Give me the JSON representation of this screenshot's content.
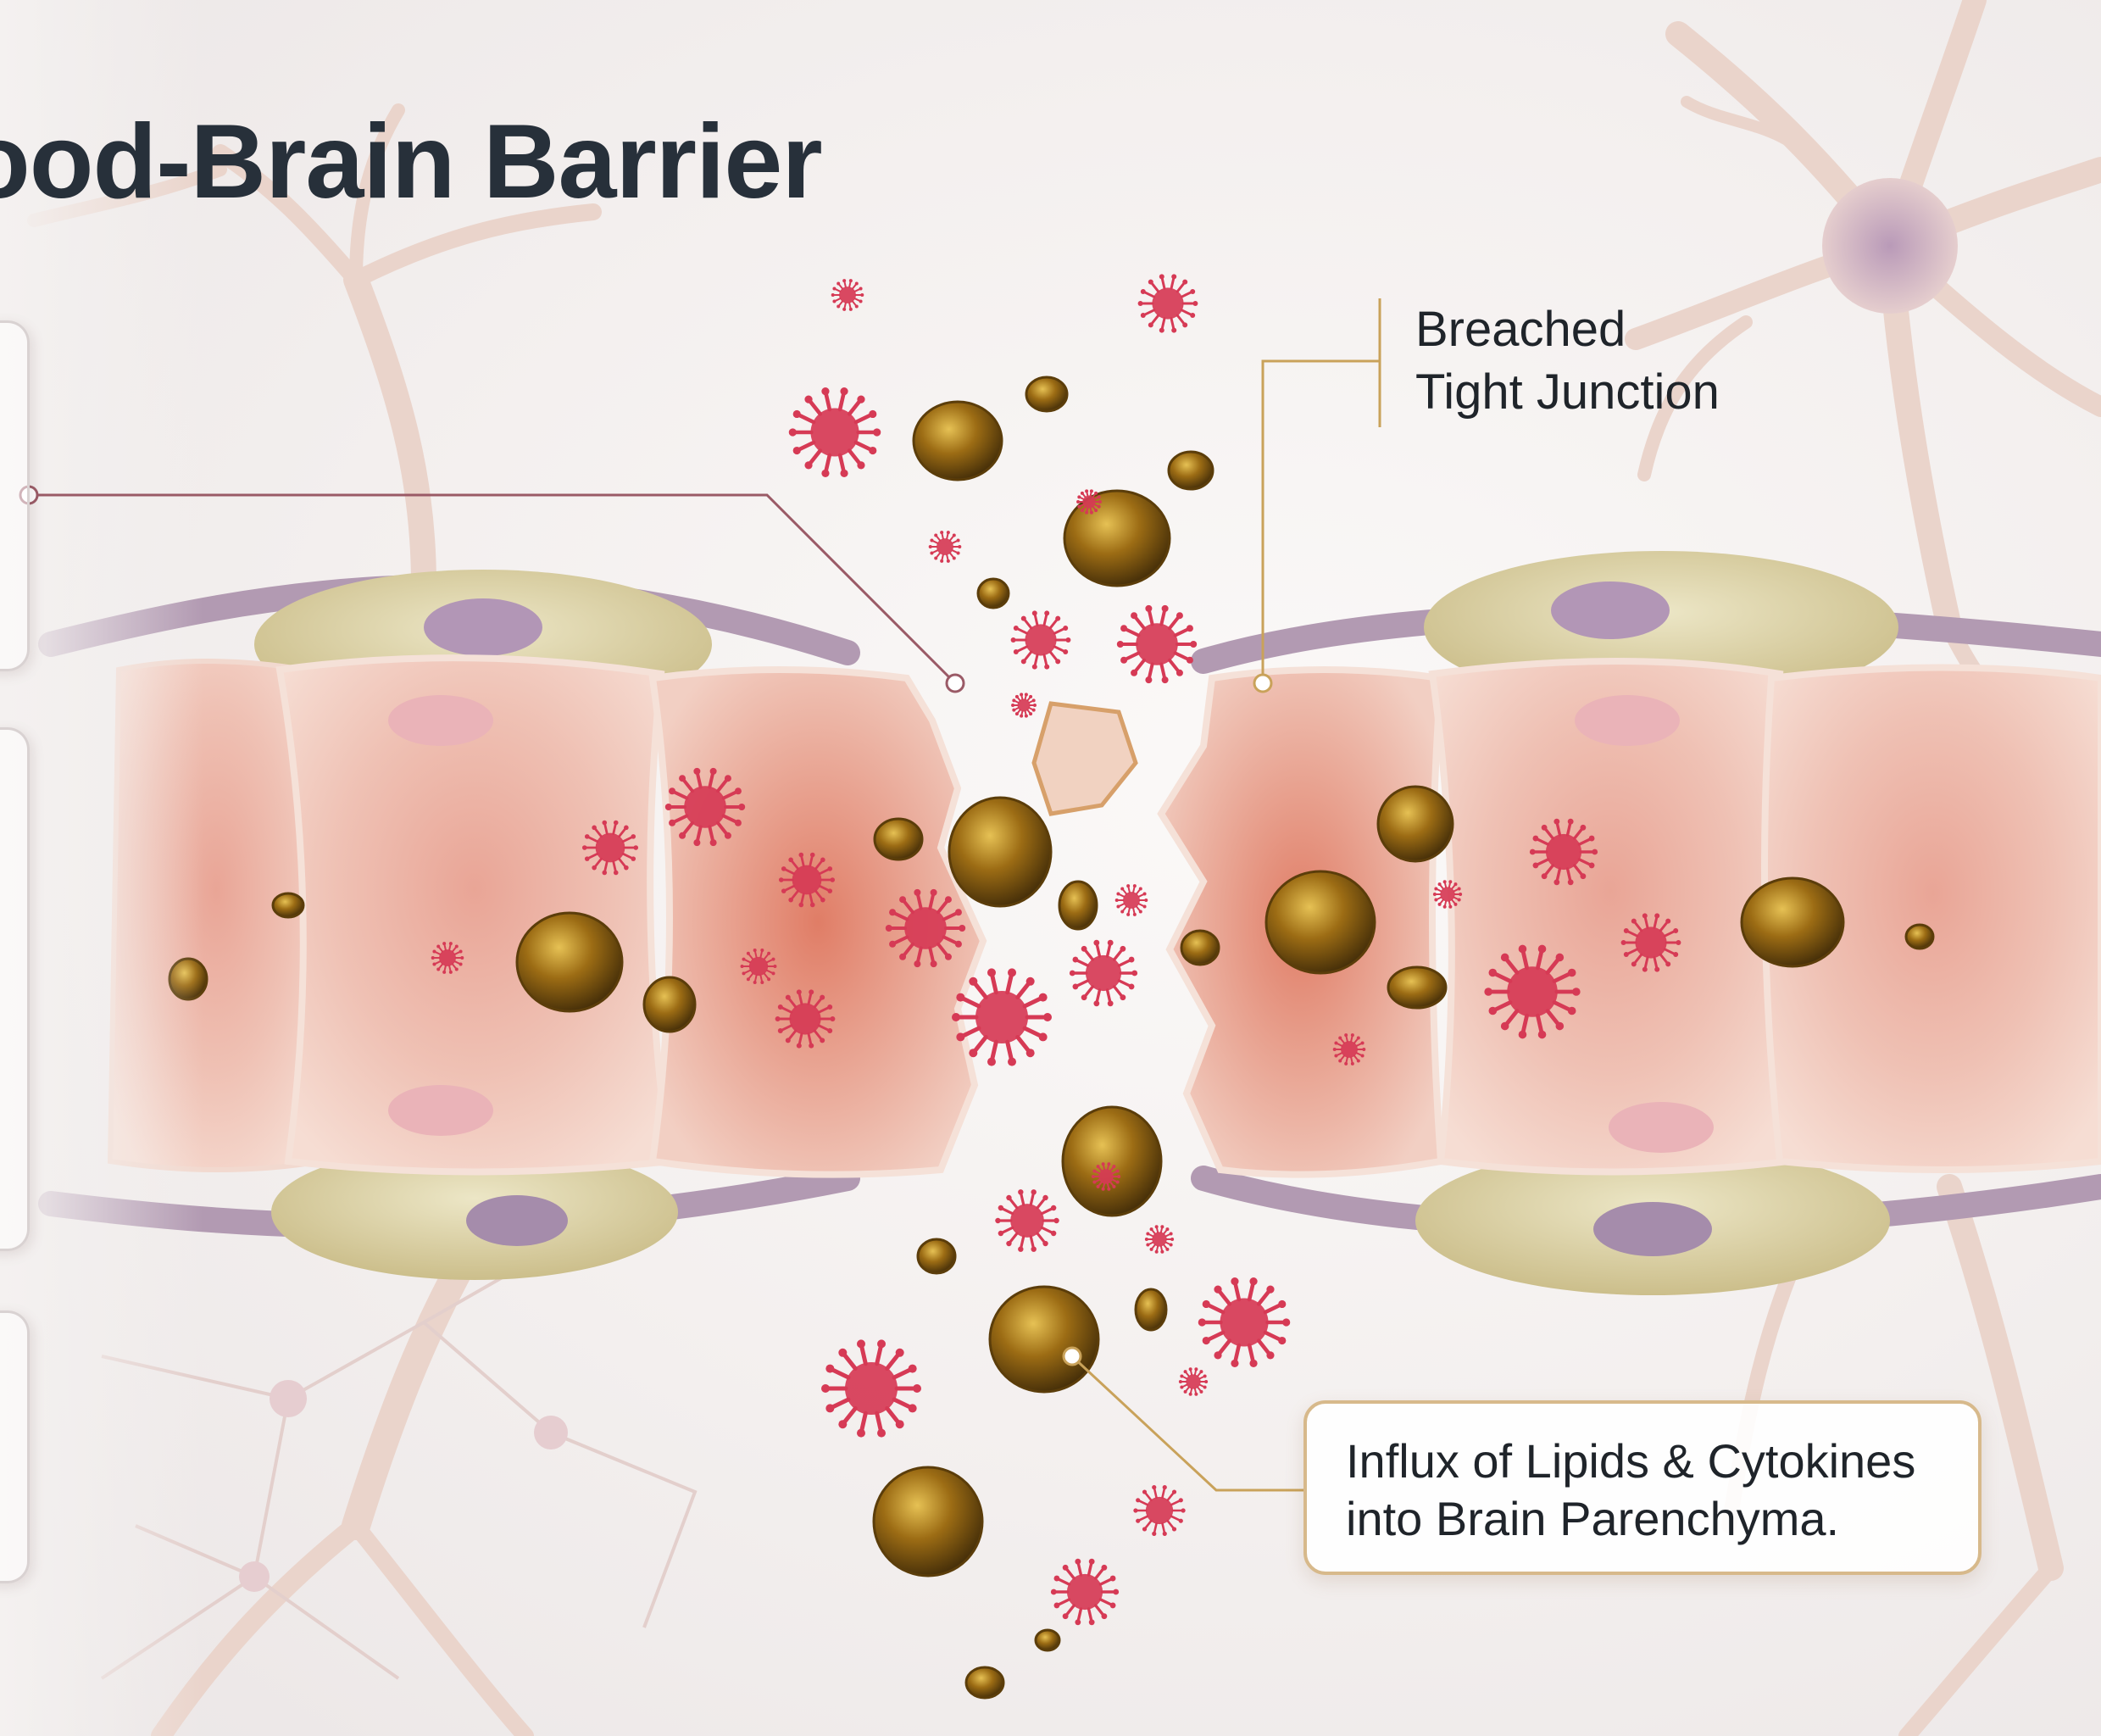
{
  "title": "ood-Brain Barrier",
  "labels": {
    "breach_line1": "Breached",
    "breach_line2": "Tight Junction",
    "influx_line1": "Influx of Lipids & Cytokines",
    "influx_line2": "into Brain Parenchyma."
  },
  "colors": {
    "title": "#27303a",
    "endothelium": "#eec0b4",
    "pericyte": "#d8cfa0",
    "nucleus": "#a88aa8",
    "vessel_membrane": "#a98fa8",
    "lipid": "#8a6212",
    "cytokine": "#d63a55",
    "astrocyte": "#ecd6cc",
    "callout_gold": "#c9a25a",
    "callout_maroon": "#9a5a66"
  }
}
